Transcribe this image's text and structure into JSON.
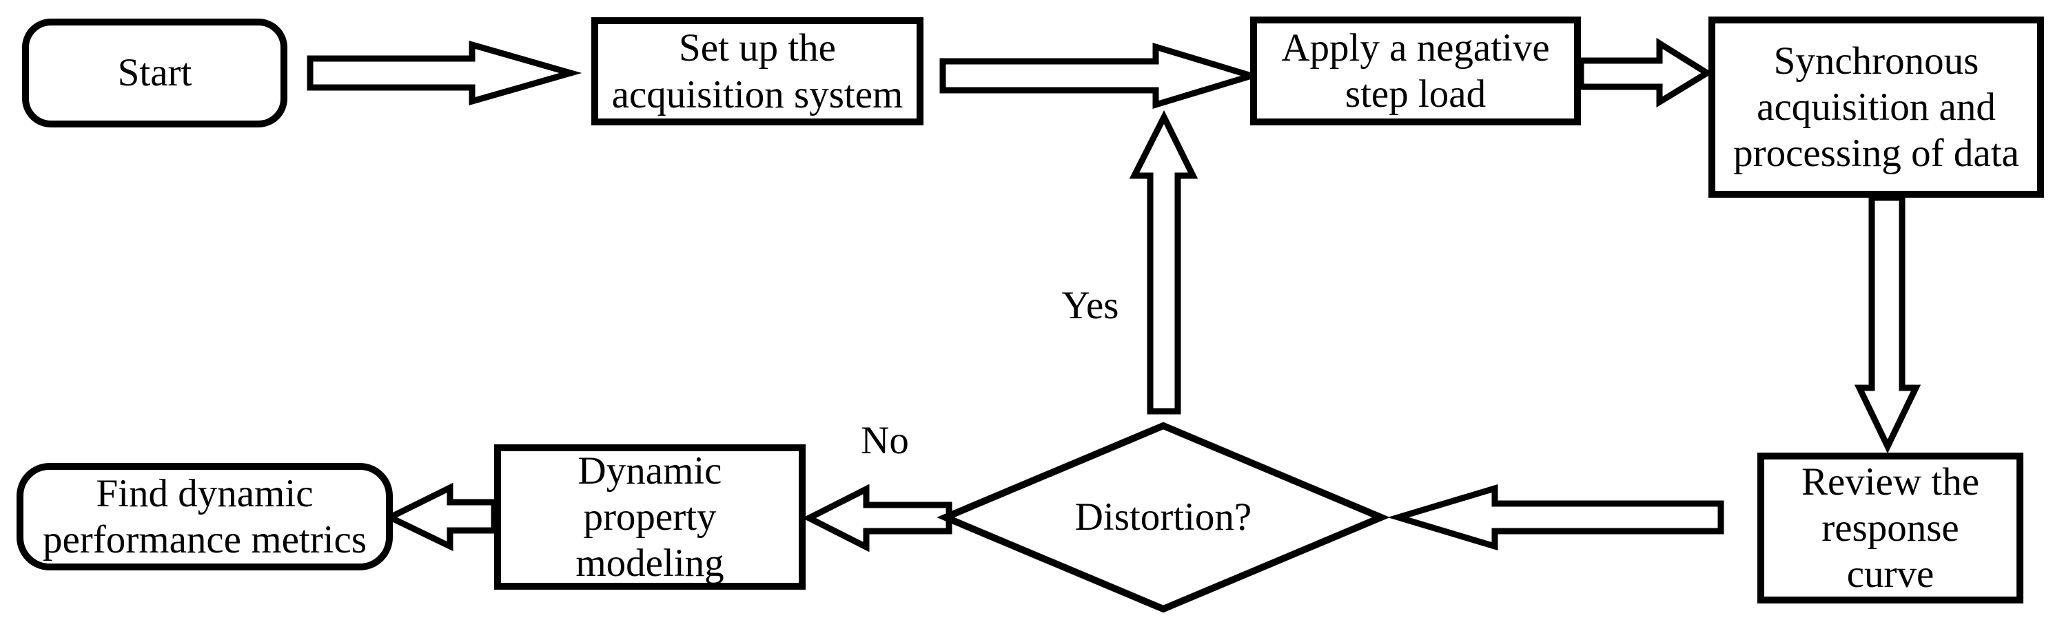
{
  "diagram": {
    "background_color": "#ffffff",
    "line_color": "#000000",
    "nodes": {
      "start": {
        "label": "Start",
        "shape": "rounded-rectangle"
      },
      "setup": {
        "label": "Set up the\nacquisition system",
        "shape": "rectangle"
      },
      "apply_load": {
        "label": "Apply a negative\nstep load",
        "shape": "rectangle"
      },
      "sync_acquisition": {
        "label": "Synchronous\nacquisition and\nprocessing of data",
        "shape": "rectangle"
      },
      "review_curve": {
        "label": "Review the\nresponse\ncurve",
        "shape": "rectangle"
      },
      "distortion": {
        "label": "Distortion?",
        "shape": "diamond"
      },
      "dynamic_modeling": {
        "label": "Dynamic\nproperty\nmodeling",
        "shape": "rectangle"
      },
      "find_metrics": {
        "label": "Find dynamic\nperformance metrics",
        "shape": "rounded-rectangle"
      }
    },
    "edge_labels": {
      "yes": "Yes",
      "no": "No"
    },
    "edges": [
      {
        "from": "start",
        "to": "setup"
      },
      {
        "from": "setup",
        "to": "apply_load"
      },
      {
        "from": "apply_load",
        "to": "sync_acquisition"
      },
      {
        "from": "sync_acquisition",
        "to": "review_curve"
      },
      {
        "from": "review_curve",
        "to": "distortion"
      },
      {
        "from": "distortion",
        "to": "apply_load",
        "label": "Yes"
      },
      {
        "from": "distortion",
        "to": "dynamic_modeling",
        "label": "No"
      },
      {
        "from": "dynamic_modeling",
        "to": "find_metrics"
      }
    ]
  }
}
